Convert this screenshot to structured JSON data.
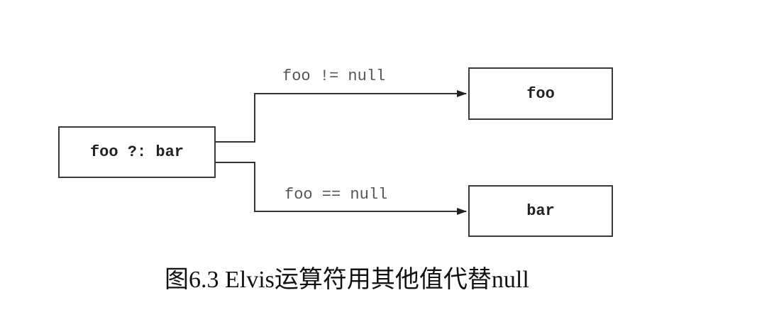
{
  "diagram": {
    "source_node": {
      "label": "foo ?: bar"
    },
    "target_nodes": [
      {
        "label": "foo"
      },
      {
        "label": "bar"
      }
    ],
    "edges": [
      {
        "from": "foo ?: bar",
        "to": "foo",
        "label": "foo != null"
      },
      {
        "from": "foo ?: bar",
        "to": "bar",
        "label": "foo == null"
      }
    ]
  },
  "caption": "图6.3 Elvis运算符用其他值代替null"
}
